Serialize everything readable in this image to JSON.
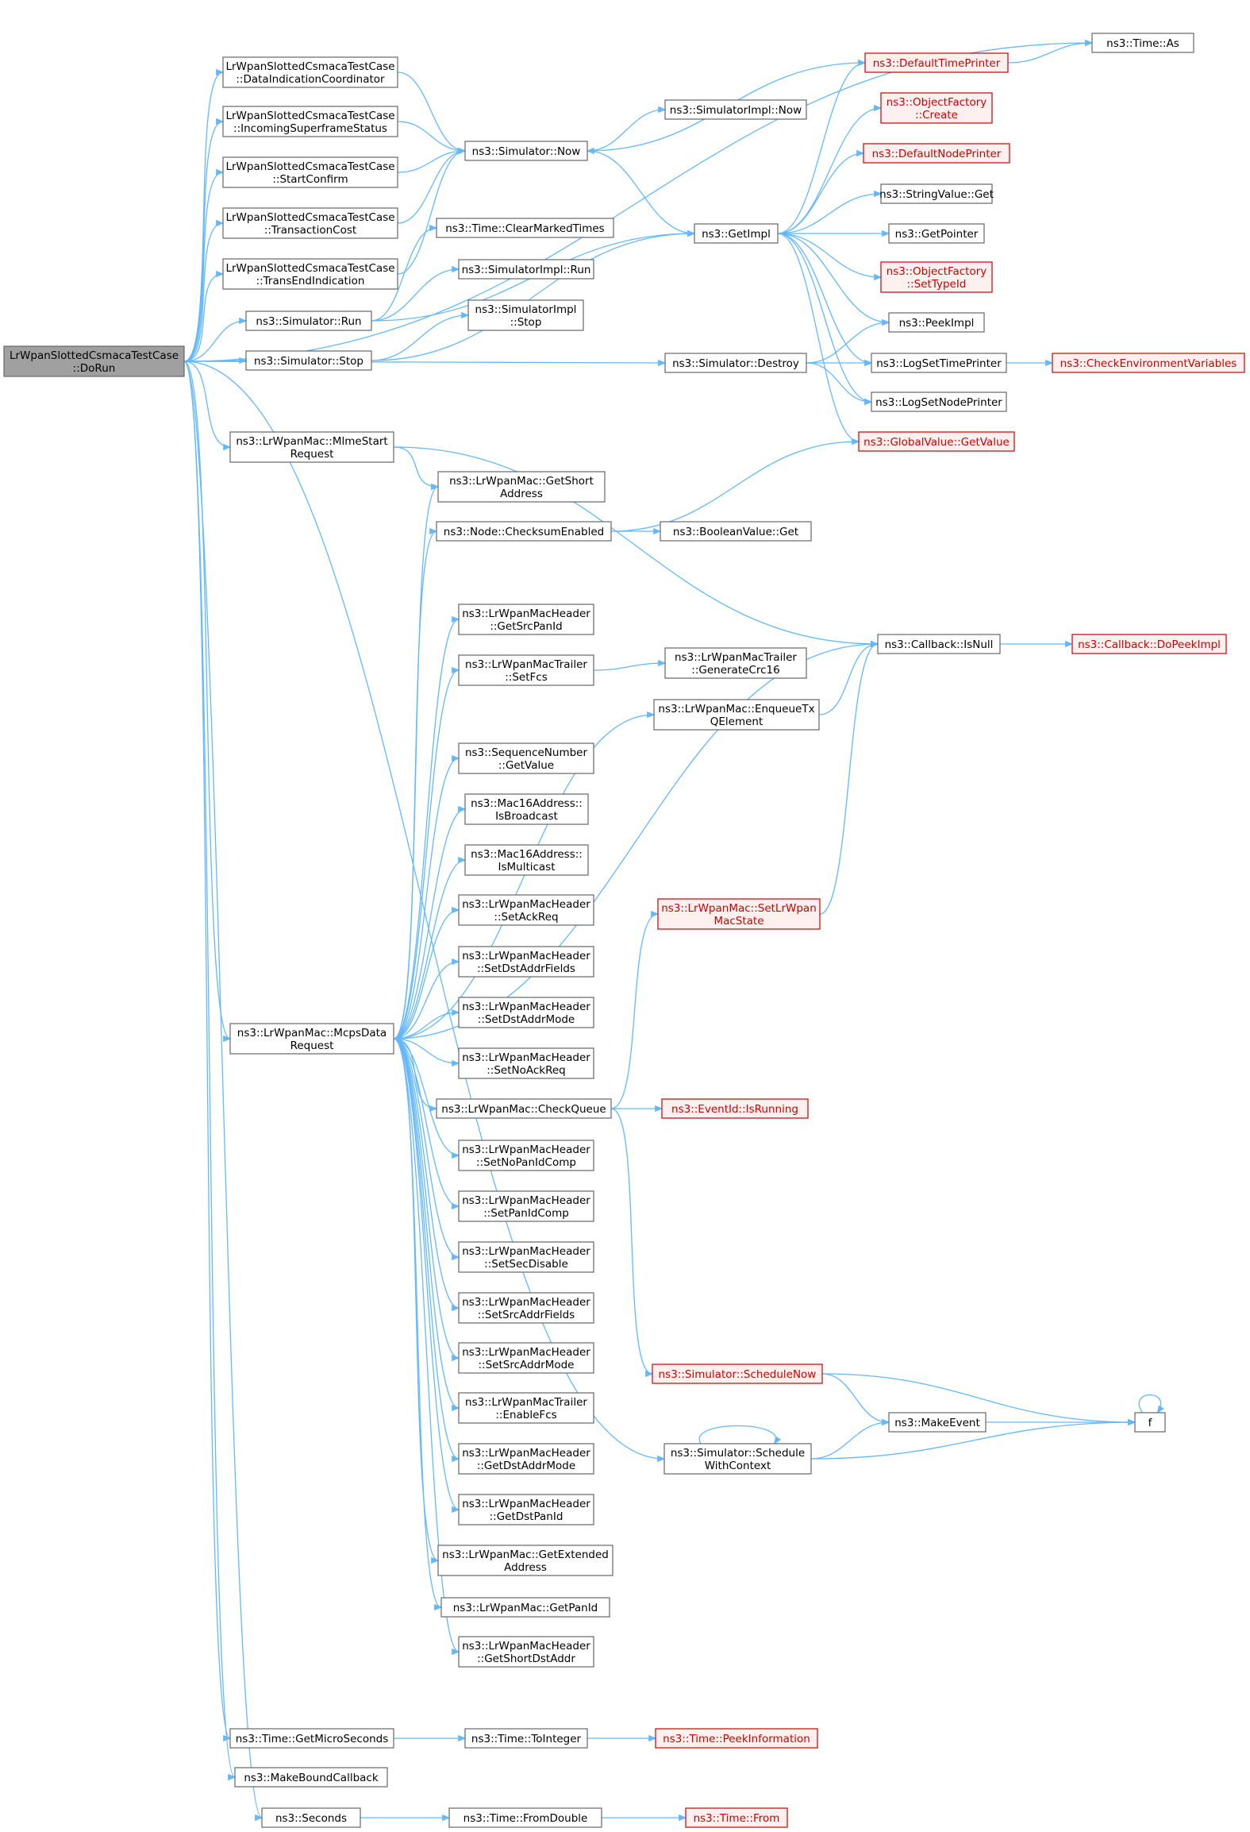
{
  "nodes": [
    {
      "id": "dorun",
      "lines": [
        "LrWpanSlottedCsmacaTestCase",
        "::DoRun"
      ],
      "style": "root"
    },
    {
      "id": "dataind",
      "lines": [
        "LrWpanSlottedCsmacaTestCase",
        "::DataIndicationCoordinator"
      ]
    },
    {
      "id": "incsf",
      "lines": [
        "LrWpanSlottedCsmacaTestCase",
        "::IncomingSuperframeStatus"
      ]
    },
    {
      "id": "startconf",
      "lines": [
        "LrWpanSlottedCsmacaTestCase",
        "::StartConfirm"
      ]
    },
    {
      "id": "txcost",
      "lines": [
        "LrWpanSlottedCsmacaTestCase",
        "::TransactionCost"
      ]
    },
    {
      "id": "transend",
      "lines": [
        "LrWpanSlottedCsmacaTestCase",
        "::TransEndIndication"
      ]
    },
    {
      "id": "simrun",
      "lines": [
        "ns3::Simulator::Run"
      ]
    },
    {
      "id": "simstop",
      "lines": [
        "ns3::Simulator::Stop"
      ]
    },
    {
      "id": "mlme",
      "lines": [
        "ns3::LrWpanMac::MlmeStart",
        "Request"
      ]
    },
    {
      "id": "mcps",
      "lines": [
        "ns3::LrWpanMac::McpsData",
        "Request"
      ]
    },
    {
      "id": "getmicro",
      "lines": [
        "ns3::Time::GetMicroSeconds"
      ]
    },
    {
      "id": "mkbound",
      "lines": [
        "ns3::MakeBoundCallback"
      ]
    },
    {
      "id": "seconds",
      "lines": [
        "ns3::Seconds"
      ]
    },
    {
      "id": "simnow",
      "lines": [
        "ns3::Simulator::Now"
      ]
    },
    {
      "id": "clearmarked",
      "lines": [
        "ns3::Time::ClearMarkedTimes"
      ]
    },
    {
      "id": "implrun",
      "lines": [
        "ns3::SimulatorImpl::Run"
      ]
    },
    {
      "id": "implstop",
      "lines": [
        "ns3::SimulatorImpl",
        "::Stop"
      ]
    },
    {
      "id": "getshort",
      "lines": [
        "ns3::LrWpanMac::GetShort",
        "Address"
      ]
    },
    {
      "id": "checksum",
      "lines": [
        "ns3::Node::ChecksumEnabled"
      ]
    },
    {
      "id": "getsrcpan",
      "lines": [
        "ns3::LrWpanMacHeader",
        "::GetSrcPanId"
      ]
    },
    {
      "id": "setfcs",
      "lines": [
        "ns3::LrWpanMacTrailer",
        "::SetFcs"
      ]
    },
    {
      "id": "seqget",
      "lines": [
        "ns3::SequenceNumber",
        "::GetValue"
      ]
    },
    {
      "id": "isbcast",
      "lines": [
        "ns3::Mac16Address::",
        "IsBroadcast"
      ]
    },
    {
      "id": "ismcast",
      "lines": [
        "ns3::Mac16Address::",
        "IsMulticast"
      ]
    },
    {
      "id": "setackreq",
      "lines": [
        "ns3::LrWpanMacHeader",
        "::SetAckReq"
      ]
    },
    {
      "id": "setdstfields",
      "lines": [
        "ns3::LrWpanMacHeader",
        "::SetDstAddrFields"
      ]
    },
    {
      "id": "setdstmode",
      "lines": [
        "ns3::LrWpanMacHeader",
        "::SetDstAddrMode"
      ]
    },
    {
      "id": "setnoack",
      "lines": [
        "ns3::LrWpanMacHeader",
        "::SetNoAckReq"
      ]
    },
    {
      "id": "checkq",
      "lines": [
        "ns3::LrWpanMac::CheckQueue"
      ]
    },
    {
      "id": "setnopan",
      "lines": [
        "ns3::LrWpanMacHeader",
        "::SetNoPanIdComp"
      ]
    },
    {
      "id": "setpancomp",
      "lines": [
        "ns3::LrWpanMacHeader",
        "::SetPanIdComp"
      ]
    },
    {
      "id": "setsecdis",
      "lines": [
        "ns3::LrWpanMacHeader",
        "::SetSecDisable"
      ]
    },
    {
      "id": "setsrcfields",
      "lines": [
        "ns3::LrWpanMacHeader",
        "::SetSrcAddrFields"
      ]
    },
    {
      "id": "setsrcmode",
      "lines": [
        "ns3::LrWpanMacHeader",
        "::SetSrcAddrMode"
      ]
    },
    {
      "id": "enablefcs",
      "lines": [
        "ns3::LrWpanMacTrailer",
        "::EnableFcs"
      ]
    },
    {
      "id": "getdstmode",
      "lines": [
        "ns3::LrWpanMacHeader",
        "::GetDstAddrMode"
      ]
    },
    {
      "id": "getdstpan",
      "lines": [
        "ns3::LrWpanMacHeader",
        "::GetDstPanId"
      ]
    },
    {
      "id": "getext",
      "lines": [
        "ns3::LrWpanMac::GetExtended",
        "Address"
      ]
    },
    {
      "id": "getpanid",
      "lines": [
        "ns3::LrWpanMac::GetPanId"
      ]
    },
    {
      "id": "getshortdst",
      "lines": [
        "ns3::LrWpanMacHeader",
        "::GetShortDstAddr"
      ]
    },
    {
      "id": "tointeger",
      "lines": [
        "ns3::Time::ToInteger"
      ]
    },
    {
      "id": "fromdouble",
      "lines": [
        "ns3::Time::FromDouble"
      ]
    },
    {
      "id": "implnow",
      "lines": [
        "ns3::SimulatorImpl::Now"
      ]
    },
    {
      "id": "getimpl",
      "lines": [
        "ns3::GetImpl"
      ]
    },
    {
      "id": "destroy",
      "lines": [
        "ns3::Simulator::Destroy"
      ]
    },
    {
      "id": "boolget",
      "lines": [
        "ns3::BooleanValue::Get"
      ]
    },
    {
      "id": "gencrc",
      "lines": [
        "ns3::LrWpanMacTrailer",
        "::GenerateCrc16"
      ]
    },
    {
      "id": "enqueue",
      "lines": [
        "ns3::LrWpanMac::EnqueueTx",
        "QElement"
      ]
    },
    {
      "id": "setstate",
      "lines": [
        "ns3::LrWpanMac::SetLrWpan",
        "MacState"
      ],
      "style": "red"
    },
    {
      "id": "isrunning",
      "lines": [
        "ns3::EventId::IsRunning"
      ],
      "style": "red"
    },
    {
      "id": "schednow",
      "lines": [
        "ns3::Simulator::ScheduleNow"
      ],
      "style": "red"
    },
    {
      "id": "schedctx",
      "lines": [
        "ns3::Simulator::Schedule",
        "WithContext"
      ]
    },
    {
      "id": "peekinfo",
      "lines": [
        "ns3::Time::PeekInformation"
      ],
      "style": "red"
    },
    {
      "id": "timefrom",
      "lines": [
        "ns3::Time::From"
      ],
      "style": "red"
    },
    {
      "id": "deftime",
      "lines": [
        "ns3::DefaultTimePrinter"
      ],
      "style": "red"
    },
    {
      "id": "objcreate",
      "lines": [
        "ns3::ObjectFactory",
        "::Create"
      ],
      "style": "red"
    },
    {
      "id": "defnode",
      "lines": [
        "ns3::DefaultNodePrinter"
      ],
      "style": "red"
    },
    {
      "id": "strget",
      "lines": [
        "ns3::StringValue::Get"
      ]
    },
    {
      "id": "getptr",
      "lines": [
        "ns3::GetPointer"
      ]
    },
    {
      "id": "settypeid",
      "lines": [
        "ns3::ObjectFactory",
        "::SetTypeId"
      ],
      "style": "red"
    },
    {
      "id": "peekimpl",
      "lines": [
        "ns3::PeekImpl"
      ]
    },
    {
      "id": "logsettime",
      "lines": [
        "ns3::LogSetTimePrinter"
      ]
    },
    {
      "id": "logsetnode",
      "lines": [
        "ns3::LogSetNodePrinter"
      ]
    },
    {
      "id": "gvget",
      "lines": [
        "ns3::GlobalValue::GetValue"
      ],
      "style": "red"
    },
    {
      "id": "isnull",
      "lines": [
        "ns3::Callback::IsNull"
      ]
    },
    {
      "id": "makeevent",
      "lines": [
        "ns3::MakeEvent"
      ]
    },
    {
      "id": "timeas",
      "lines": [
        "ns3::Time::As"
      ]
    },
    {
      "id": "checkenv",
      "lines": [
        "ns3::CheckEnvironmentVariables"
      ],
      "style": "red"
    },
    {
      "id": "dopeek",
      "lines": [
        "ns3::Callback::DoPeekImpl"
      ],
      "style": "red"
    },
    {
      "id": "f",
      "lines": [
        "f"
      ]
    }
  ],
  "edges": [
    [
      "dorun",
      "timeas"
    ],
    [
      "dorun",
      "dataind"
    ],
    [
      "dorun",
      "incsf"
    ],
    [
      "dorun",
      "startconf"
    ],
    [
      "dorun",
      "txcost"
    ],
    [
      "dorun",
      "transend"
    ],
    [
      "dorun",
      "simrun"
    ],
    [
      "dorun",
      "simstop"
    ],
    [
      "dorun",
      "destroy"
    ],
    [
      "dorun",
      "mlme"
    ],
    [
      "dorun",
      "mcps"
    ],
    [
      "dorun",
      "schedctx"
    ],
    [
      "dorun",
      "getmicro"
    ],
    [
      "dorun",
      "mkbound"
    ],
    [
      "dorun",
      "seconds"
    ],
    [
      "dataind",
      "simnow"
    ],
    [
      "incsf",
      "simnow"
    ],
    [
      "startconf",
      "simnow"
    ],
    [
      "txcost",
      "simnow"
    ],
    [
      "transend",
      "simnow"
    ],
    [
      "simrun",
      "clearmarked"
    ],
    [
      "simrun",
      "implrun"
    ],
    [
      "simrun",
      "getimpl"
    ],
    [
      "simstop",
      "implstop"
    ],
    [
      "simstop",
      "getimpl"
    ],
    [
      "simnow",
      "implnow"
    ],
    [
      "simnow",
      "getimpl"
    ],
    [
      "getimpl",
      "deftime"
    ],
    [
      "getimpl",
      "objcreate"
    ],
    [
      "getimpl",
      "defnode"
    ],
    [
      "getimpl",
      "strget"
    ],
    [
      "getimpl",
      "getptr"
    ],
    [
      "getimpl",
      "settypeid"
    ],
    [
      "getimpl",
      "peekimpl"
    ],
    [
      "getimpl",
      "logsettime"
    ],
    [
      "getimpl",
      "logsetnode"
    ],
    [
      "getimpl",
      "gvget"
    ],
    [
      "deftime",
      "timeas"
    ],
    [
      "deftime",
      "simnow"
    ],
    [
      "destroy",
      "peekimpl"
    ],
    [
      "destroy",
      "logsettime"
    ],
    [
      "destroy",
      "logsetnode"
    ],
    [
      "logsettime",
      "checkenv"
    ],
    [
      "mlme",
      "getshort"
    ],
    [
      "mlme",
      "isnull"
    ],
    [
      "mcps",
      "getshort"
    ],
    [
      "mcps",
      "checksum"
    ],
    [
      "mcps",
      "isnull"
    ],
    [
      "mcps",
      "getsrcpan"
    ],
    [
      "mcps",
      "setfcs"
    ],
    [
      "mcps",
      "enqueue"
    ],
    [
      "mcps",
      "seqget"
    ],
    [
      "mcps",
      "isbcast"
    ],
    [
      "mcps",
      "ismcast"
    ],
    [
      "mcps",
      "setackreq"
    ],
    [
      "mcps",
      "setdstfields"
    ],
    [
      "mcps",
      "setdstmode"
    ],
    [
      "mcps",
      "setnoack"
    ],
    [
      "mcps",
      "checkq"
    ],
    [
      "mcps",
      "setnopan"
    ],
    [
      "mcps",
      "setpancomp"
    ],
    [
      "mcps",
      "setsecdis"
    ],
    [
      "mcps",
      "setsrcfields"
    ],
    [
      "mcps",
      "setsrcmode"
    ],
    [
      "mcps",
      "enablefcs"
    ],
    [
      "mcps",
      "getdstmode"
    ],
    [
      "mcps",
      "getdstpan"
    ],
    [
      "mcps",
      "getext"
    ],
    [
      "mcps",
      "getpanid"
    ],
    [
      "mcps",
      "getshortdst"
    ],
    [
      "checksum",
      "boolget"
    ],
    [
      "checksum",
      "gvget"
    ],
    [
      "setfcs",
      "gencrc"
    ],
    [
      "enqueue",
      "isnull"
    ],
    [
      "checkq",
      "setstate"
    ],
    [
      "checkq",
      "isrunning"
    ],
    [
      "checkq",
      "schednow"
    ],
    [
      "setstate",
      "isnull"
    ],
    [
      "isnull",
      "dopeek"
    ],
    [
      "schednow",
      "makeevent"
    ],
    [
      "schednow",
      "f"
    ],
    [
      "schedctx",
      "schedctx"
    ],
    [
      "schedctx",
      "makeevent"
    ],
    [
      "schedctx",
      "f"
    ],
    [
      "makeevent",
      "f"
    ],
    [
      "f",
      "f"
    ],
    [
      "getmicro",
      "tointeger"
    ],
    [
      "tointeger",
      "peekinfo"
    ],
    [
      "seconds",
      "fromdouble"
    ],
    [
      "fromdouble",
      "timefrom"
    ]
  ]
}
